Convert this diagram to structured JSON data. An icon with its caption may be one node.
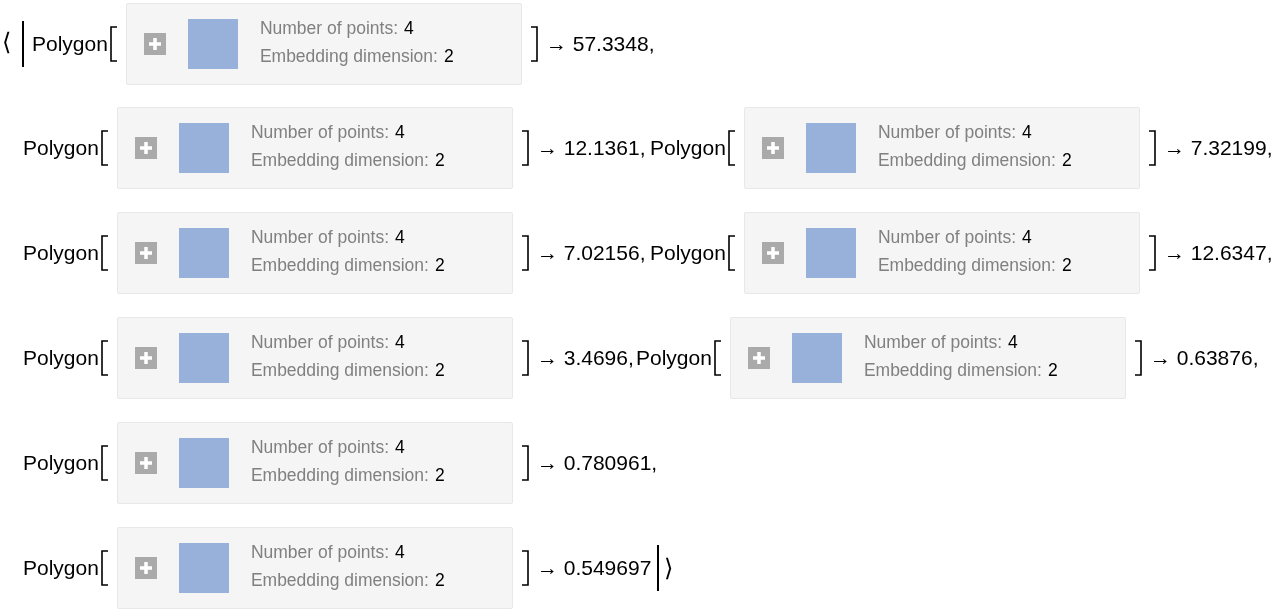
{
  "diagram": {
    "nodes": [
      {
        "text": [
          "Number of points:",
          "4",
          "Embedding dimension:",
          "2"
        ]
      },
      {
        "text": [
          "Number of points:",
          "4",
          "Embedding dimension:",
          "2"
        ]
      },
      {
        "text": [
          "Number of points:",
          "4",
          "Embedding dimension:",
          "2"
        ]
      },
      {
        "text": [
          "Number of points:",
          "4",
          "Embedding dimension:",
          "2"
        ]
      },
      {
        "text": [
          "Number of points:",
          "4",
          "Embedding dimension:",
          "2"
        ]
      },
      {
        "text": [
          "Number of points:",
          "4",
          "Embedding dimension:",
          "2"
        ]
      },
      {
        "text": [
          "Number of points:",
          "4",
          "Embedding dimension:",
          "2"
        ]
      },
      {
        "text": [
          "Number of points:",
          "4",
          "Embedding dimension:",
          "2"
        ]
      },
      {
        "text": [
          "Number of points:",
          "4",
          "Embedding dimension:",
          "2"
        ]
      }
    ],
    "labels": [
      "⟨",
      "Polygon",
      "→ 57.3348,",
      "Polygon",
      "→ 12.1361,",
      "Polygon",
      "→ 7.32199,",
      "Polygon",
      "→ 7.02156,",
      "Polygon",
      "→ 12.6347,",
      "Polygon",
      "→ 3.4696,",
      "Polygon",
      "→ 0.63876,",
      "Polygon",
      "→ 0.780961,",
      "Polygon",
      "→ 0.549697",
      "⟩"
    ]
  }
}
